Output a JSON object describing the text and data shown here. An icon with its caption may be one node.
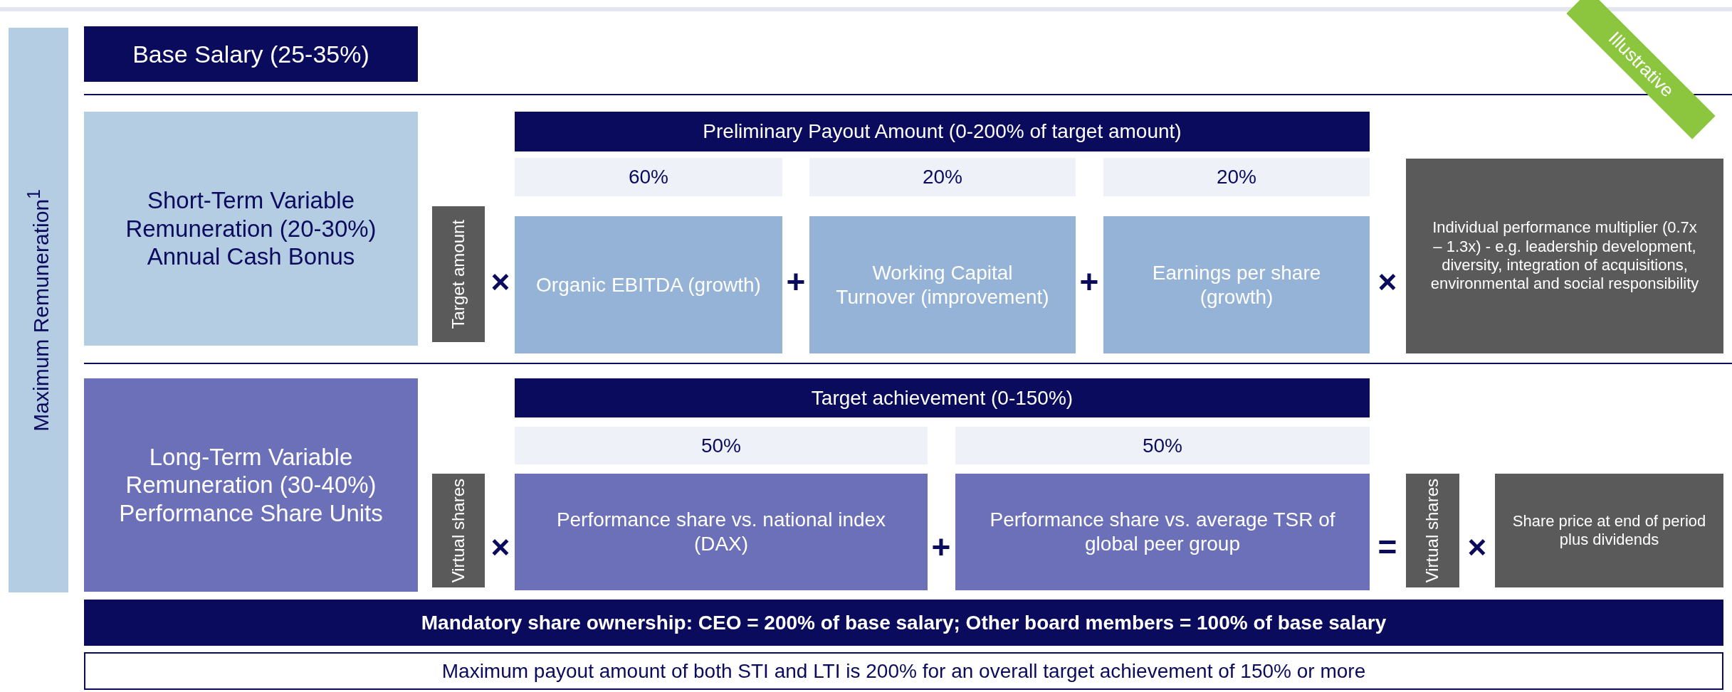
{
  "diagram": {
    "nodes": [
      {
        "text": [
          "Maximum Remuneration$^{1}$"
        ]
      },
      {
        "text": [
          "Base Salary (25-35%)"
        ]
      },
      {
        "text": [
          "Illustrative"
        ]
      },
      {
        "text": [
          "Short-Term Variable Remuneration (20-30%) Annual Cash Bonus"
        ]
      },
      {
        "text": [
          "Target amount"
        ]
      },
      {
        "text": [
          "Preliminary Payout Amount (0-200% of target amount)"
        ]
      },
      {
        "text": [
          "60%"
        ]
      },
      {
        "text": [
          "20%"
        ]
      },
      {
        "text": [
          "20%"
        ]
      },
      {
        "text": [
          "Organic EBITDA (growth)"
        ]
      },
      {
        "text": [
          "Working Capital Turnover (improvement)"
        ]
      },
      {
        "text": [
          "Earnings per share (growth)"
        ]
      },
      {
        "text": [
          "Individual performance multiplier (0.7x – 1.3x) - e.g. leadership development, diversity, integration of acquisitions, environmental and social responsibility"
        ]
      },
      {
        "text": [
          "Long-Term Variable Remuneration (30-40%) Performance Share Units"
        ]
      },
      {
        "text": [
          "Virtual shares"
        ]
      },
      {
        "text": [
          "Target achievement (0-150%)"
        ]
      },
      {
        "text": [
          "50%"
        ]
      },
      {
        "text": [
          "50%"
        ]
      },
      {
        "text": [
          "Performance share vs. national index (DAX)"
        ]
      },
      {
        "text": [
          "Performance share vs. average TSR of global peer group"
        ]
      },
      {
        "text": [
          "Virtual shares"
        ]
      },
      {
        "text": [
          "Share price at end of period plus dividends"
        ]
      },
      {
        "text": [
          "Mandatory share ownership: CEO = 200% of base salary; Other board members = 100% of base salary"
        ]
      },
      {
        "text": [
          "Maximum payout amount of both STI and LTI is 200% for an overall target achievement of 150% or more"
        ]
      }
    ],
    "labels": [
      "×",
      "+",
      "+",
      "×",
      "×",
      "+",
      "=",
      "×"
    ]
  }
}
